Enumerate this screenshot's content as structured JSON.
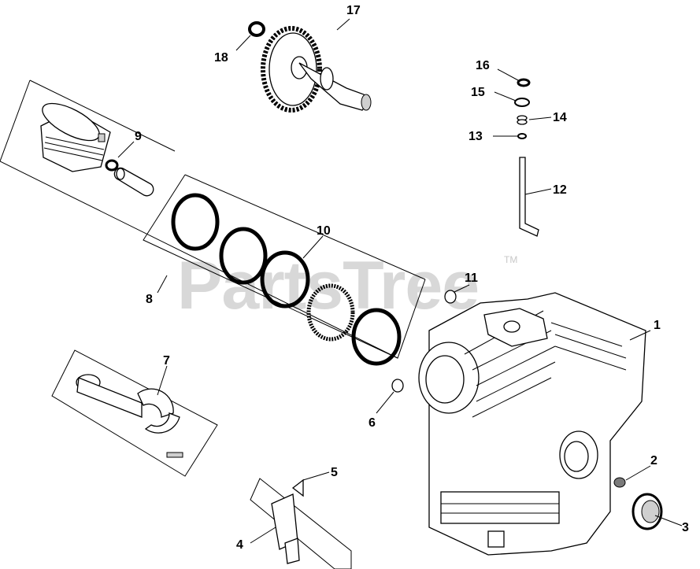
{
  "watermark": {
    "text": "PartsTree",
    "trademark": "TM"
  },
  "callouts": [
    {
      "number": "1"
    },
    {
      "number": "2"
    },
    {
      "number": "3"
    },
    {
      "number": "4"
    },
    {
      "number": "5"
    },
    {
      "number": "6"
    },
    {
      "number": "7"
    },
    {
      "number": "8"
    },
    {
      "number": "9"
    },
    {
      "number": "10"
    },
    {
      "number": "11"
    },
    {
      "number": "12"
    },
    {
      "number": "13"
    },
    {
      "number": "14"
    },
    {
      "number": "15"
    },
    {
      "number": "16"
    },
    {
      "number": "17"
    },
    {
      "number": "18"
    }
  ]
}
